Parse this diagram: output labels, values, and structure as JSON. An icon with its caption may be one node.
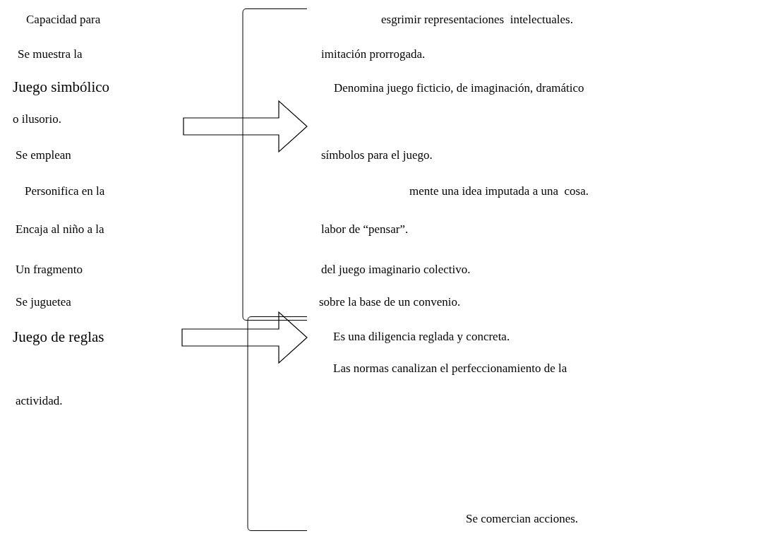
{
  "diagram": {
    "nodes": [
      {
        "text": [
          "Juego simbólico",
          "o ilusorio."
        ]
      },
      {
        "text": [],
        "shape": "bracket"
      },
      {
        "text": [
          "Juego de reglas"
        ]
      },
      {
        "text": [],
        "shape": "bracket"
      }
    ],
    "edges": [
      {
        "from": 0,
        "to": 1,
        "arrow": "to"
      },
      {
        "from": 2,
        "to": 3,
        "arrow": "to"
      }
    ],
    "labels": [
      "Capacidad para",
      "esgrimir representaciones  intelectuales.",
      "Se muestra la",
      "imitación prorrogada.",
      "Denomina juego ficticio, de imaginación, dramático",
      "Se emplean",
      "símbolos para el juego.",
      "Personifica en la",
      "mente una idea imputada a una  cosa.",
      "Encaja al niño a la",
      "labor de “pensar”.",
      "Un fragmento",
      "del juego imaginario colectivo.",
      "Se juguetea",
      "sobre la base de un convenio.",
      "Es una diligencia reglada y concreta.",
      "Las normas canalizan el perfeccionamiento de la",
      "actividad.",
      "Se comercian acciones."
    ]
  }
}
